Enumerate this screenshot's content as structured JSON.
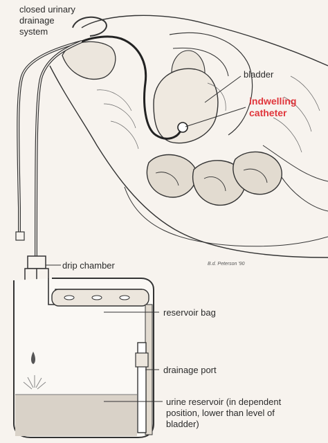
{
  "figure": {
    "labels": {
      "system": [
        "closed urinary",
        "drainage",
        "system"
      ],
      "bladder": "bladder",
      "catheter": [
        "indwelling",
        "catheter"
      ],
      "drip_chamber": "drip chamber",
      "reservoir_bag": "reservoir bag",
      "drainage_port": "drainage port",
      "urine_reservoir": [
        "urine reservoir (in dependent",
        "position, lower than level of",
        "bladder)"
      ]
    },
    "signature": "B.d. Peterson '90",
    "colors": {
      "accent": "#e0353b",
      "ink": "#2a2a2a",
      "paper": "#f7f3ee",
      "urine": "#d9d2c8"
    }
  }
}
